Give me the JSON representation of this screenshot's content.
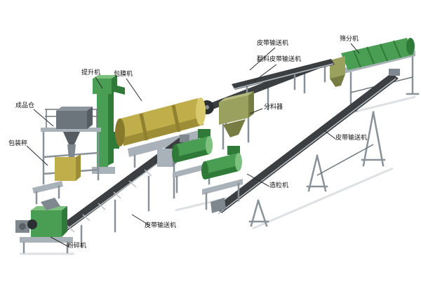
{
  "labels": [
    {
      "id": "finished-product-bin",
      "text": "成品仓"
    },
    {
      "id": "packaging-scale",
      "text": "包装秤"
    },
    {
      "id": "crusher",
      "text": "粉碎机"
    },
    {
      "id": "bucket-elevator",
      "text": "提升机"
    },
    {
      "id": "coating-machine",
      "text": "包膜机"
    },
    {
      "id": "belt-conveyor-bottom",
      "text": "皮带输送机"
    },
    {
      "id": "distributor",
      "text": "分料器"
    },
    {
      "id": "granulator",
      "text": "造粒机"
    },
    {
      "id": "belt-conveyor-top",
      "text": "皮带输送机"
    },
    {
      "id": "turnover-belt-conveyor",
      "text": "翻料皮带输送机"
    },
    {
      "id": "screening-machine",
      "text": "筛分机"
    },
    {
      "id": "belt-conveyor-right",
      "text": "皮带输送机"
    }
  ],
  "colors": {
    "machine_green": "#4a9e53",
    "drum_yellow": "#bfae4a",
    "khaki": "#9aa05e",
    "belt_dark": "#3b3f42",
    "steel_gray": "#aab2b9",
    "label_text": "#111111"
  }
}
